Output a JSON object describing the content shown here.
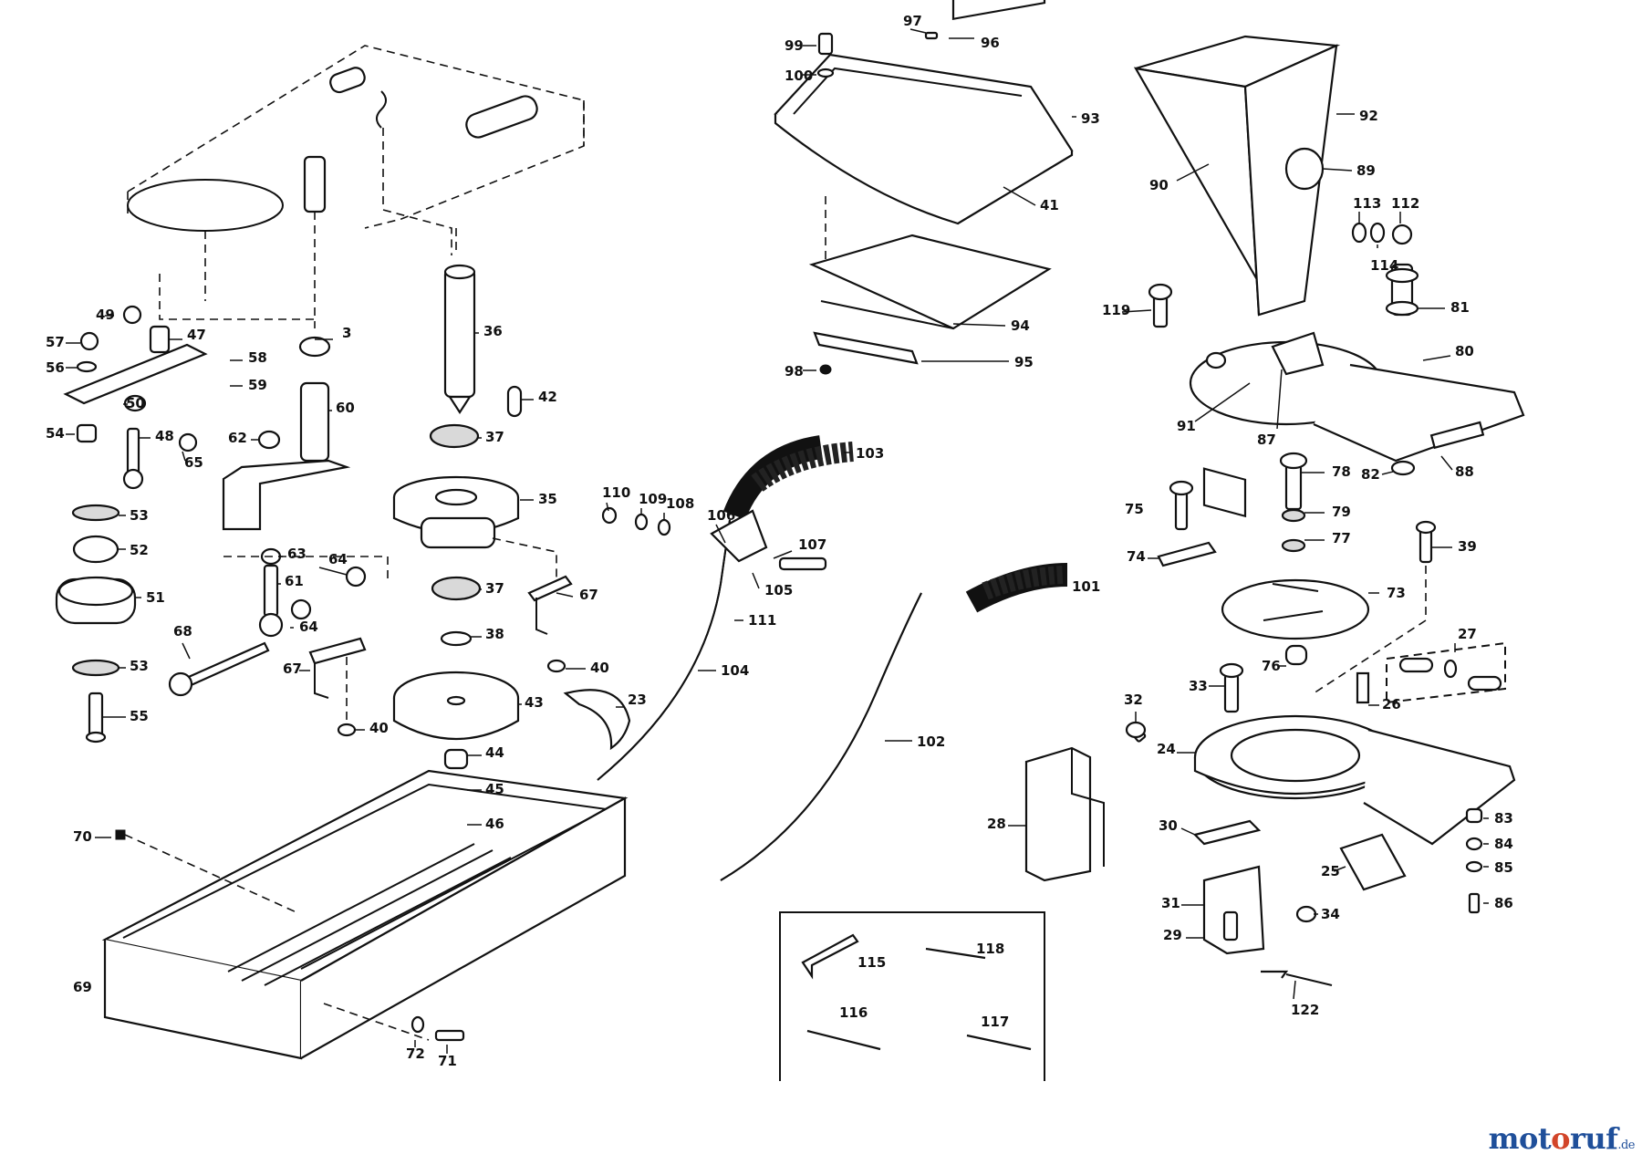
{
  "labels": {
    "l3": "3",
    "l23": "23",
    "l24": "24",
    "l25": "25",
    "l26": "26",
    "l27": "27",
    "l28": "28",
    "l29": "29",
    "l30": "30",
    "l31": "31",
    "l32": "32",
    "l33": "33",
    "l34": "34",
    "l35": "35",
    "l36": "36",
    "l37a": "37",
    "l37b": "37",
    "l38": "38",
    "l39": "39",
    "l40a": "40",
    "l40b": "40",
    "l41": "41",
    "l42": "42",
    "l43": "43",
    "l44": "44",
    "l45": "45",
    "l46": "46",
    "l47": "47",
    "l48": "48",
    "l49": "49",
    "l50": "50",
    "l51": "51",
    "l52": "52",
    "l53a": "53",
    "l53b": "53",
    "l54": "54",
    "l55": "55",
    "l56": "56",
    "l57": "57",
    "l58": "58",
    "l59": "59",
    "l60": "60",
    "l61": "61",
    "l62": "62",
    "l63": "63",
    "l64a": "64",
    "l64b": "64",
    "l65": "65",
    "l67a": "67",
    "l67b": "67",
    "l68": "68",
    "l69": "69",
    "l70": "70",
    "l71": "71",
    "l72": "72",
    "l73": "73",
    "l74": "74",
    "l75": "75",
    "l76": "76",
    "l77": "77",
    "l78": "78",
    "l79": "79",
    "l80": "80",
    "l81": "81",
    "l82": "82",
    "l83": "83",
    "l84": "84",
    "l85": "85",
    "l86": "86",
    "l87": "87",
    "l88": "88",
    "l89": "89",
    "l90": "90",
    "l91": "91",
    "l92": "92",
    "l93": "93",
    "l94": "94",
    "l95": "95",
    "l96": "96",
    "l97": "97",
    "l98": "98",
    "l99": "99",
    "l100": "100",
    "l101": "101",
    "l102": "102",
    "l103": "103",
    "l104": "104",
    "l105": "105",
    "l106": "106",
    "l107": "107",
    "l108": "108",
    "l109": "109",
    "l110": "110",
    "l111": "111",
    "l112": "112",
    "l113": "113",
    "l114": "114",
    "l115": "115",
    "l116": "116",
    "l117": "117",
    "l118": "118",
    "l119": "119",
    "l122": "122"
  },
  "watermark": {
    "part1": "mot",
    "part2": "o",
    "part3": "ruf",
    "suffix": ".de"
  }
}
